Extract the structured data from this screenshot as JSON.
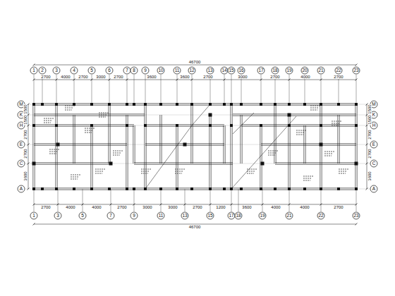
{
  "diagram": {
    "labels": [
      "1",
      "2",
      "3",
      "4",
      "5",
      "6",
      "7",
      "8",
      "9",
      "10",
      "11",
      "12",
      "13",
      "14",
      "15",
      "16",
      "17",
      "18",
      "19",
      "20",
      "21",
      "22",
      "23",
      "1",
      "3",
      "5",
      "7",
      "9",
      "11",
      "13",
      "15",
      "17",
      "18",
      "19",
      "21",
      "22",
      "23",
      "M",
      "K",
      "H",
      "E",
      "C",
      "A",
      "M",
      "K",
      "H",
      "E",
      "C",
      "A",
      "2700",
      "4000",
      "2700",
      "3000",
      "2700",
      "3600",
      "3600",
      "2700",
      "3000",
      "2700",
      "4000",
      "2700",
      "46700",
      "2700",
      "4000",
      "4000",
      "2700",
      "3000",
      "3000",
      "2700",
      "1200",
      "3600",
      "4000",
      "4000",
      "2700",
      "46700",
      "1500",
      "1500",
      "2700",
      "2700",
      "3600",
      "1500",
      "1500",
      "2700",
      "2700",
      "3600"
    ]
  }
}
